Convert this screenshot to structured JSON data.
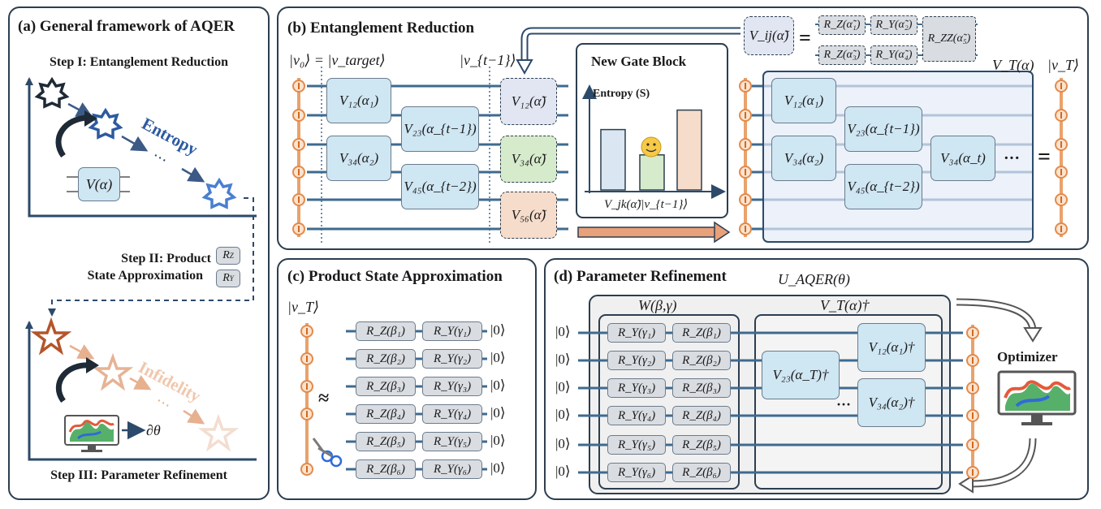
{
  "panel_a": {
    "title": "(a) General framework of AQER",
    "step1": "Step I: Entanglement Reduction",
    "step2_line1": "Step II: Product",
    "step2_line2": "State Approximation",
    "step3": "Step III: Parameter Refinement",
    "v_gate": "V(α)",
    "entropy_label": "Entropy",
    "infidelity_label": "Infidelity",
    "dtheta": "∂θ",
    "rz": "R",
    "rz_sub": "Z",
    "ry": "R",
    "ry_sub": "Y",
    "dots1": "⋯",
    "dots2": "⋯"
  },
  "panel_b": {
    "title": "(b) Entanglement Reduction",
    "state_v0": "|v₀⟩ = |v_target⟩",
    "state_vt1": "|v_{t−1}⟩",
    "gates": [
      "V₁₂(α₁)",
      "V₂₃(α_{t−1})",
      "V₃₄(α₂)",
      "V₄₅(α_{t−2})"
    ],
    "candidates": [
      "V₁₂(α̃)",
      "V₃₄(α̃)",
      "V₅₆(α̃)"
    ],
    "new_block_title": "New Gate Block",
    "entropy_axis": "Entropy (S)",
    "bar_caption": "V_jk(α̃)|v_{t−1}⟩",
    "bars": [
      0.62,
      0.36,
      0.82
    ],
    "vij": "V_ij(α̃)",
    "equals": "=",
    "decomp": [
      "R_Z(α̃₁)",
      "R_Y(α̃₂)",
      "R_ZZ(α̃₅)",
      "R_Z(α̃₃)",
      "R_Y(α̃₄)"
    ],
    "vt_label": "V_T(α)",
    "vt_state": "|v_T⟩",
    "right_gates": [
      "V₁₂(α₁)",
      "V₂₃(α_{t−1})",
      "V₃₄(α₂)",
      "V₄₅(α_{t−2})",
      "V₃₄(α_t)"
    ],
    "ellipsis": "···",
    "eq2": "="
  },
  "panel_c": {
    "title": "(c) Product State Approximation",
    "state": "|v_T⟩",
    "approx": "≈",
    "rows": [
      {
        "rz": "R_Z(β₁)",
        "ry": "R_Y(γ₁)",
        "out": "|0⟩"
      },
      {
        "rz": "R_Z(β₂)",
        "ry": "R_Y(γ₂)",
        "out": "|0⟩"
      },
      {
        "rz": "R_Z(β₃)",
        "ry": "R_Y(γ₃)",
        "out": "|0⟩"
      },
      {
        "rz": "R_Z(β₄)",
        "ry": "R_Y(γ₄)",
        "out": "|0⟩"
      },
      {
        "rz": "R_Z(β₅)",
        "ry": "R_Y(γ₅)",
        "out": "|0⟩"
      },
      {
        "rz": "R_Z(β₆)",
        "ry": "R_Y(γ₆)",
        "out": "|0⟩"
      }
    ]
  },
  "panel_d": {
    "title": "(d) Parameter Refinement",
    "u_label": "U_AQER(θ)",
    "w_label": "W(β,γ)",
    "vt_dag_label": "V_T(α)†",
    "inputs": [
      "|0⟩",
      "|0⟩",
      "|0⟩",
      "|0⟩",
      "|0⟩",
      "|0⟩"
    ],
    "w_rows": [
      {
        "ry": "R_Y(γ₁)",
        "rz": "R_Z(β₁)"
      },
      {
        "ry": "R_Y(γ₂)",
        "rz": "R_Z(β₂)"
      },
      {
        "ry": "R_Y(γ₃)",
        "rz": "R_Z(β₃)"
      },
      {
        "ry": "R_Y(γ₄)",
        "rz": "R_Z(β₄)"
      },
      {
        "ry": "R_Y(γ₅)",
        "rz": "R_Z(β₅)"
      },
      {
        "ry": "R_Y(γ₆)",
        "rz": "R_Z(β₆)"
      }
    ],
    "dag_gates": [
      "V₂₃(α_T)†",
      "V₁₂(α₁)†",
      "V₃₄(α₂)†"
    ],
    "dots": "···",
    "optimizer": "Optimizer"
  }
}
